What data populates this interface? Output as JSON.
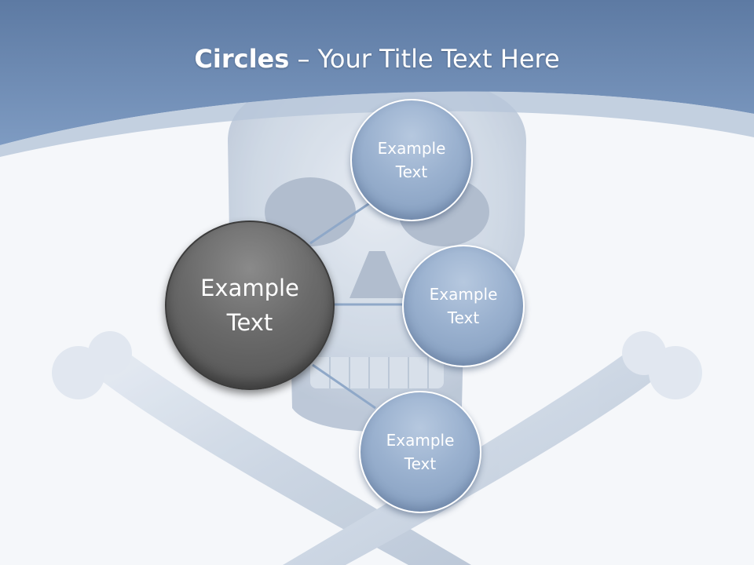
{
  "slide": {
    "title_bold": "Circles",
    "title_rest": " – Your Title Text Here"
  },
  "diagram": {
    "center": {
      "label_line1": "Example",
      "label_line2": "Text"
    },
    "nodes": [
      {
        "label_line1": "Example",
        "label_line2": "Text"
      },
      {
        "label_line1": "Example",
        "label_line2": "Text"
      },
      {
        "label_line1": "Example",
        "label_line2": "Text"
      }
    ]
  },
  "colors": {
    "header": "#6d8ab1",
    "node_fill": "#9ab1cf",
    "center_fill": "#5e5e5e",
    "connector": "#8fa8c8"
  },
  "background_image": "skull-and-crossbones"
}
